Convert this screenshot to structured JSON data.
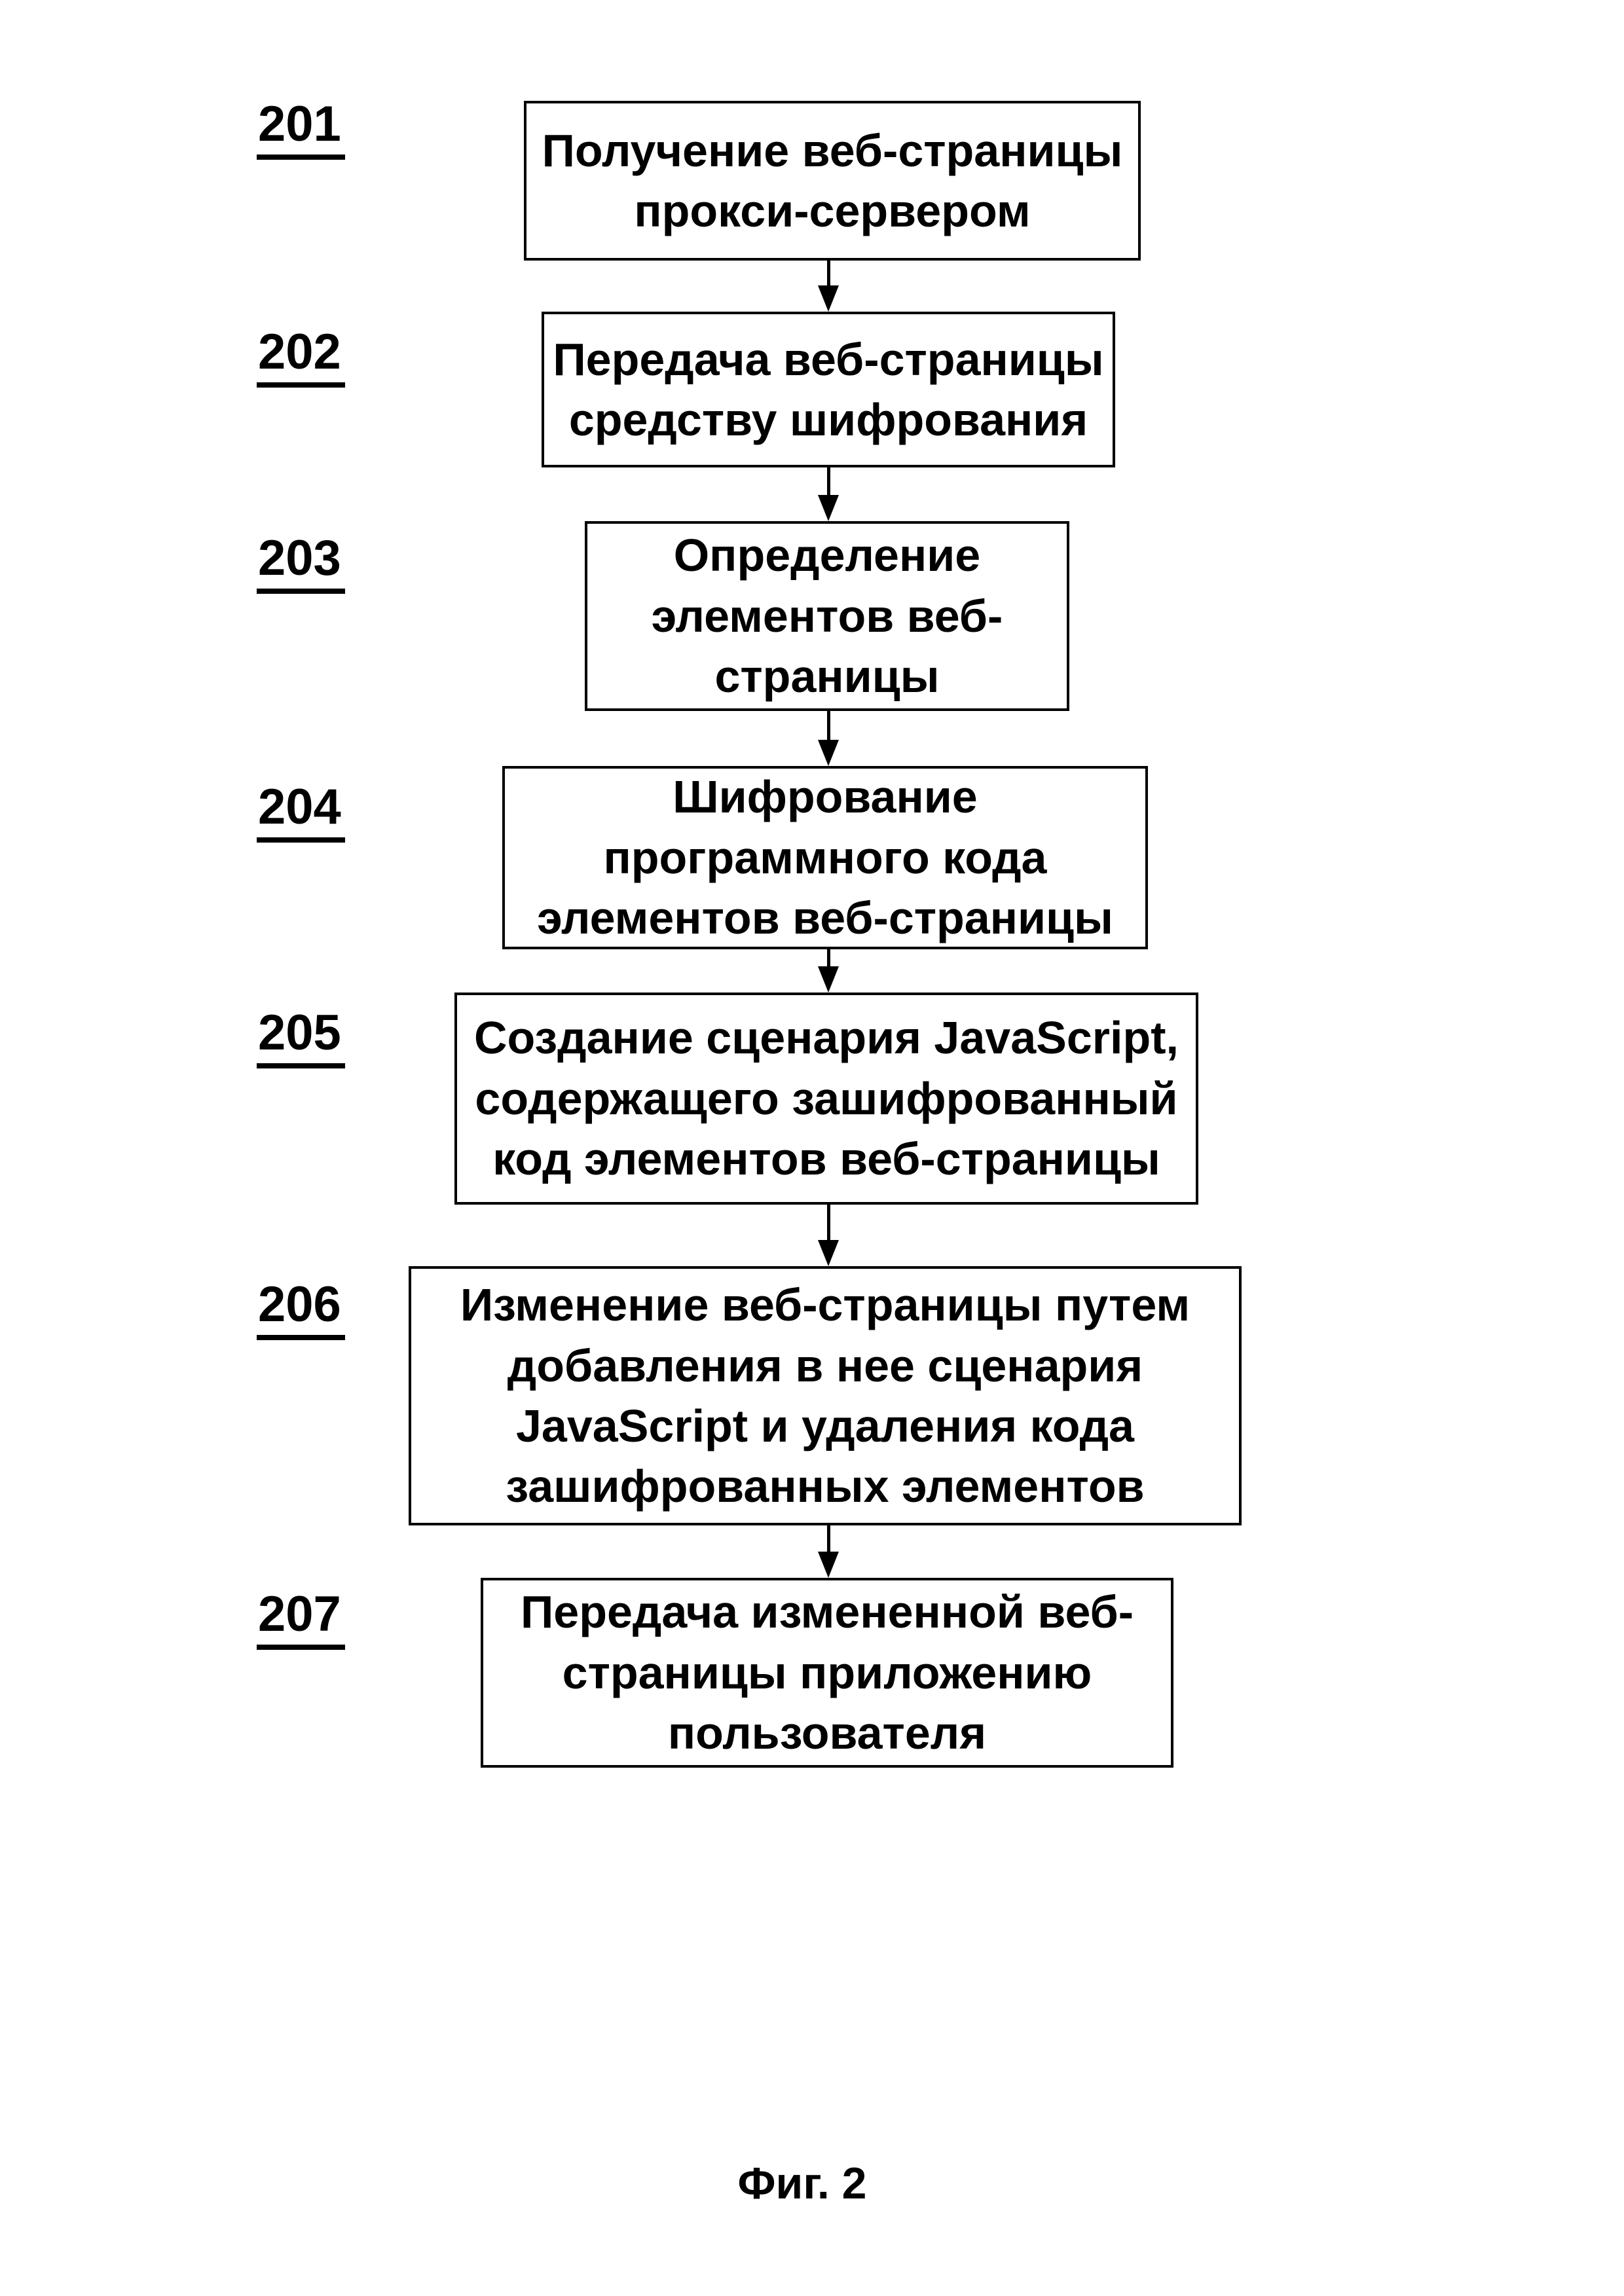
{
  "figure": {
    "caption": "Фиг. 2",
    "steps": [
      {
        "id": "201",
        "text": "Получение веб-страницы\nпрокси-сервером"
      },
      {
        "id": "202",
        "text": "Передача веб-страницы\nсредству шифрования"
      },
      {
        "id": "203",
        "text": "Определение\nэлементов веб-\nстраницы"
      },
      {
        "id": "204",
        "text": "Шифрование\nпрограммного кода\nэлементов веб-страницы"
      },
      {
        "id": "205",
        "text": "Создание сценария JavaScript,\nсодержащего зашифрованный\nкод элементов веб-страницы"
      },
      {
        "id": "206",
        "text": "Изменение веб-страницы путем\nдобавления в нее сценария\nJavaScript и удаления кода\nзашифрованных элементов"
      },
      {
        "id": "207",
        "text": "Передача измененной веб-\nстраницы приложению\nпользователя"
      }
    ]
  }
}
